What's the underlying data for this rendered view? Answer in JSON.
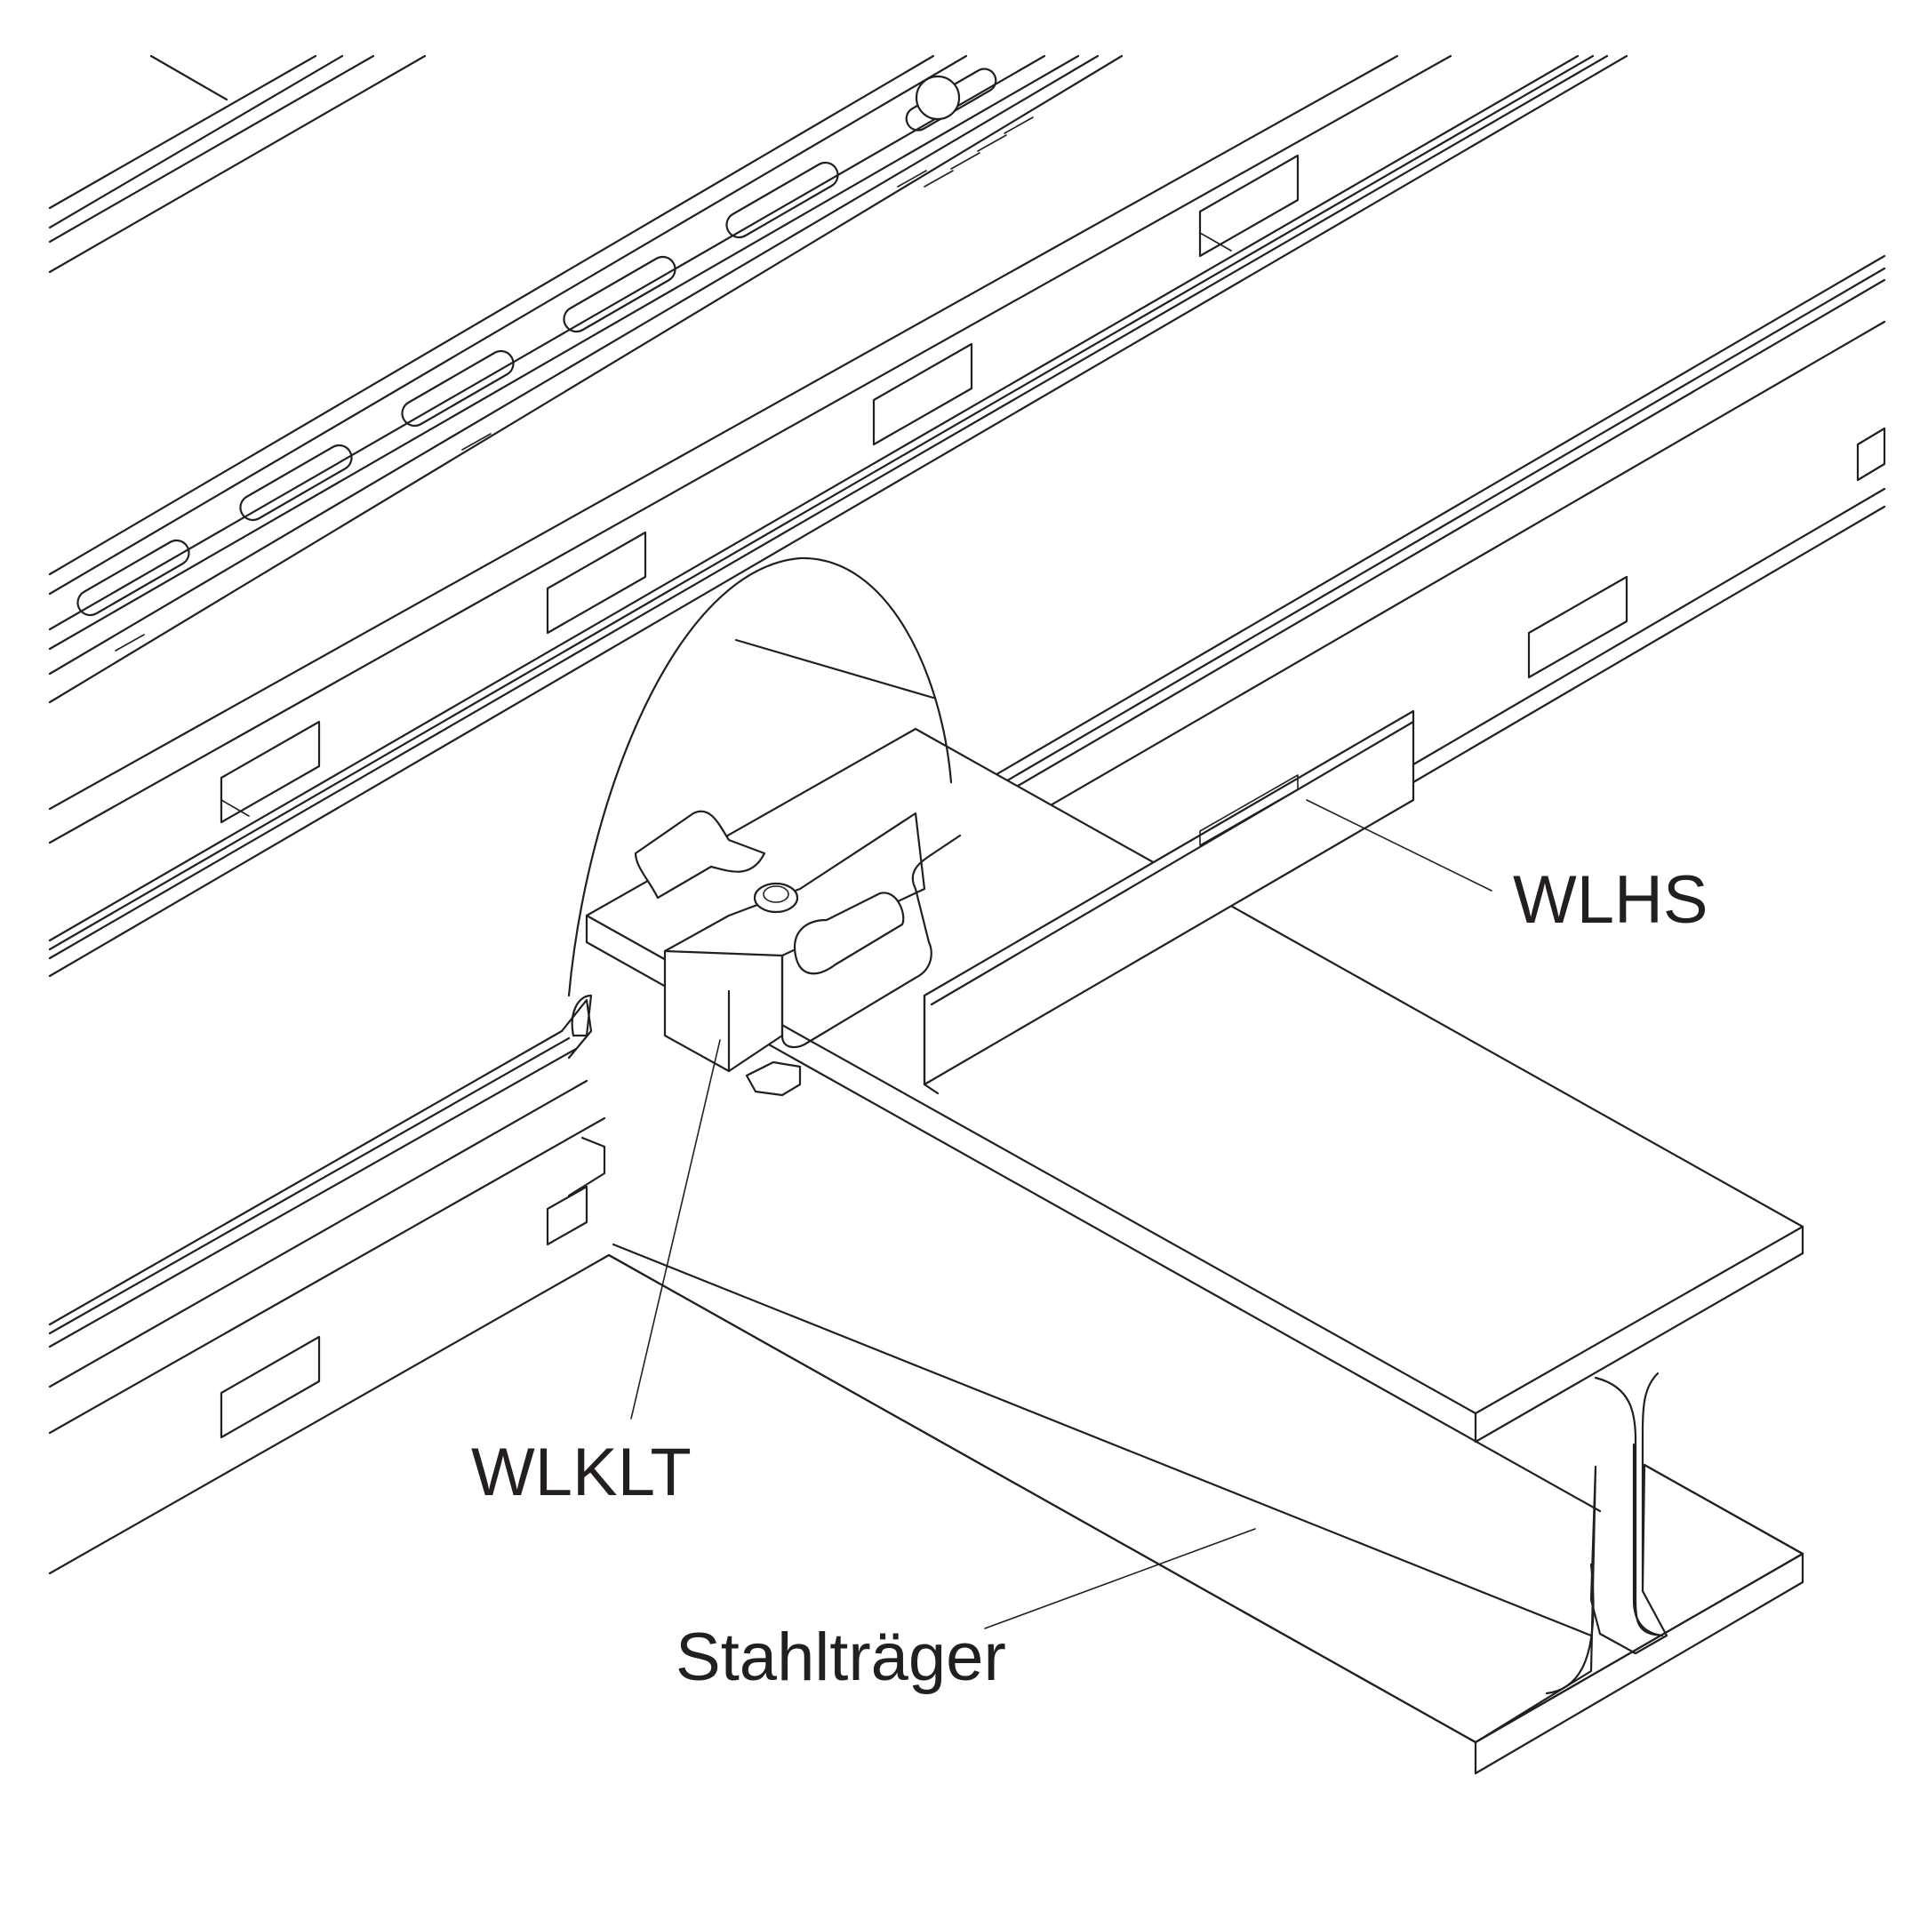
{
  "labels": {
    "wlhs": "WLHS",
    "wlklt": "WLKLT",
    "stahltraeger": "Stahlträger"
  },
  "colors": {
    "line": "#231f20",
    "background": "#ffffff"
  }
}
